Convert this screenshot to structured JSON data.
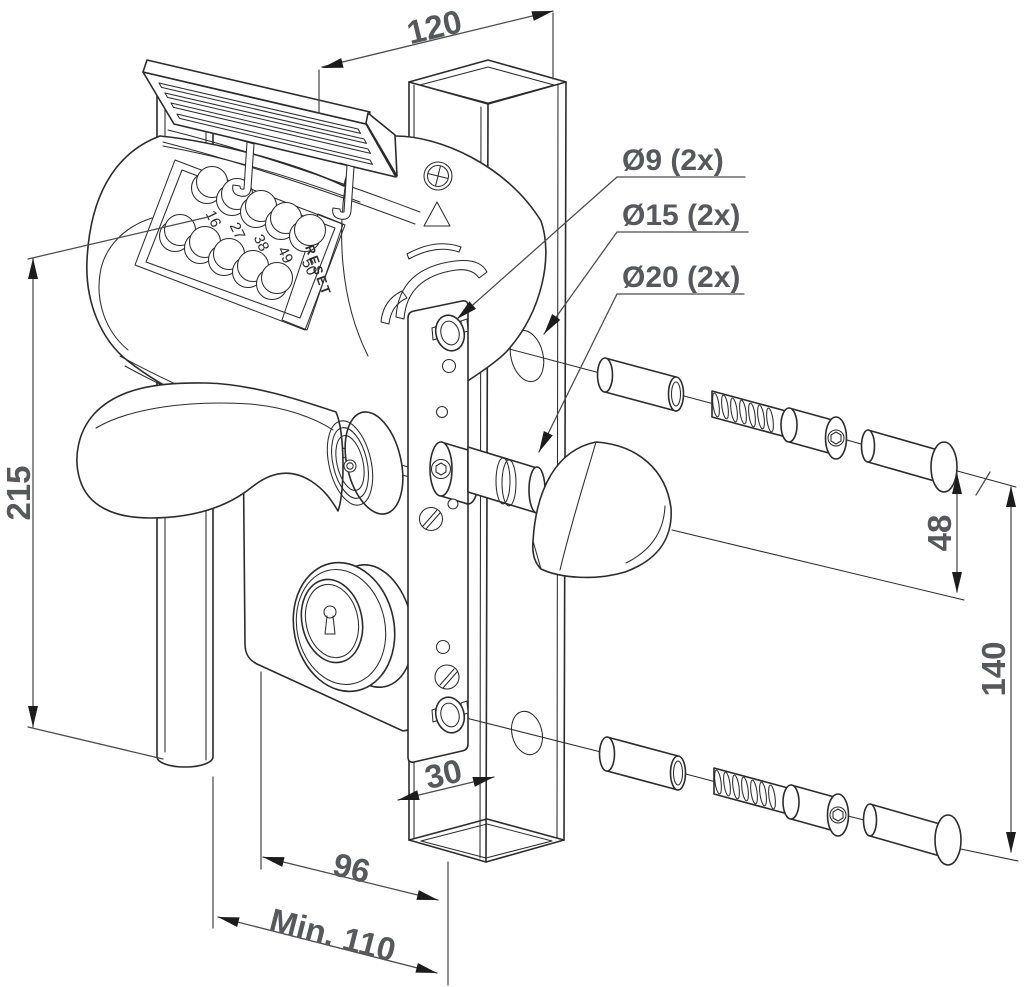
{
  "drawing": {
    "type": "installation-diagram",
    "subject": "mechanical code lock with keypad, lever handle and thumb-turn mounted on square gate post",
    "colors": {
      "line": "#2b2b2b",
      "dim_text": "#57585b",
      "background": "#ffffff"
    }
  },
  "labels": {
    "dia9": "Ø9 (2x)",
    "dia15": "Ø15 (2x)",
    "dia20": "Ø20 (2x)"
  },
  "dimensions": {
    "top_width": "120",
    "left_height": "215",
    "handle_axis_offset": "48",
    "fixation_spacing": "140",
    "post_width": "30",
    "body_depth": "96",
    "min_clearance": "Min. 110"
  },
  "keypad": {
    "reset": "RESET",
    "pairs": [
      "16",
      "27",
      "38",
      "49",
      "50"
    ]
  }
}
